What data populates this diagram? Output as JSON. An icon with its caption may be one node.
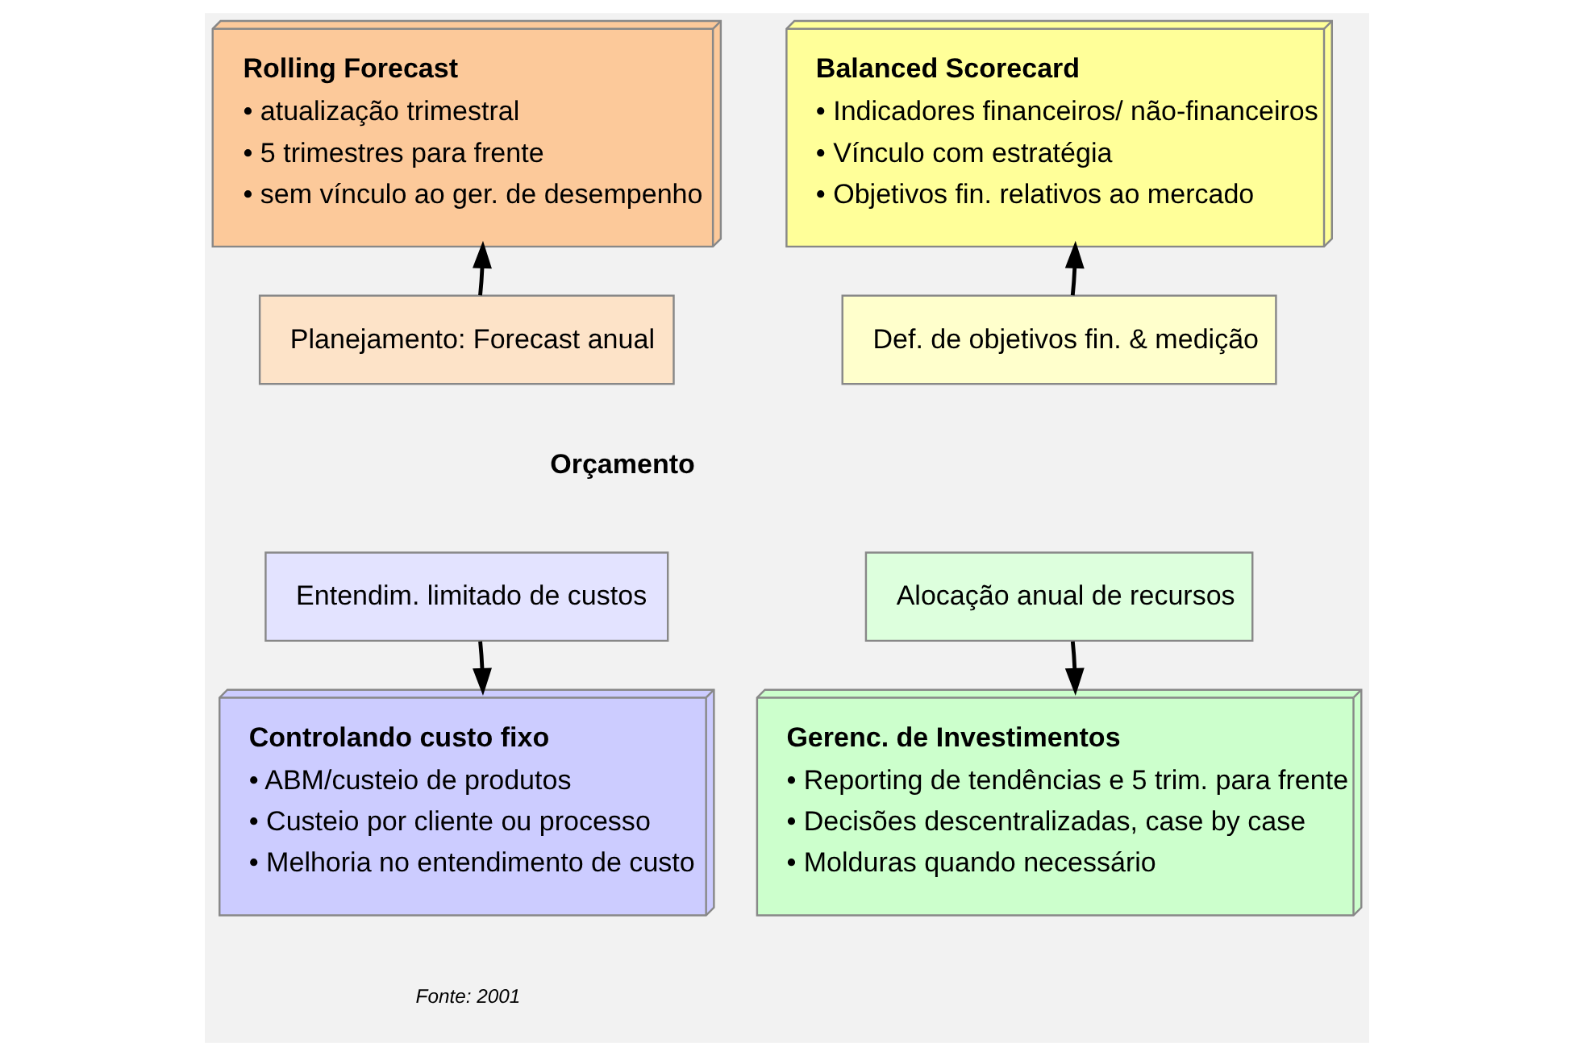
{
  "diagram": {
    "nodes": [
      {
        "text": [
          "Rolling Forecast",
          "• atualização trimestral",
          "• 5 trimestres para frente",
          "• sem vínculo ao ger. de desempenho"
        ]
      },
      {
        "text": [
          "Balanced Scorecard",
          "• Indicadores financeiros/ não-financeiros",
          "• Vínculo com estratégia",
          "• Objetivos fin. relativos ao mercado"
        ]
      },
      {
        "text": [
          "Planejamento: Forecast anual"
        ]
      },
      {
        "text": [
          "Def. de objetivos fin. & medição"
        ]
      },
      {
        "text": [
          "Entendim. limitado de custos"
        ]
      },
      {
        "text": [
          "Alocação anual de recursos"
        ]
      },
      {
        "text": [
          "Controlando custo fixo",
          "• ABM/custeio de produtos",
          "• Custeio por cliente ou processo",
          "• Melhoria no entendimento de custo"
        ]
      },
      {
        "text": [
          "Gerenc. de Investimentos",
          "• Reporting de tendências e 5 trim. para frente",
          "• Decisões descentralizadas, case by case",
          "• Molduras quando necessário"
        ]
      }
    ],
    "edges": [
      {
        "from": 2,
        "to": 0,
        "arrow": "to"
      },
      {
        "from": 3,
        "to": 1,
        "arrow": "to"
      },
      {
        "from": 4,
        "to": 6,
        "arrow": "to"
      },
      {
        "from": 5,
        "to": 7,
        "arrow": "to"
      }
    ],
    "labels": [
      "Orçamento",
      "Fonte: 2001"
    ]
  }
}
